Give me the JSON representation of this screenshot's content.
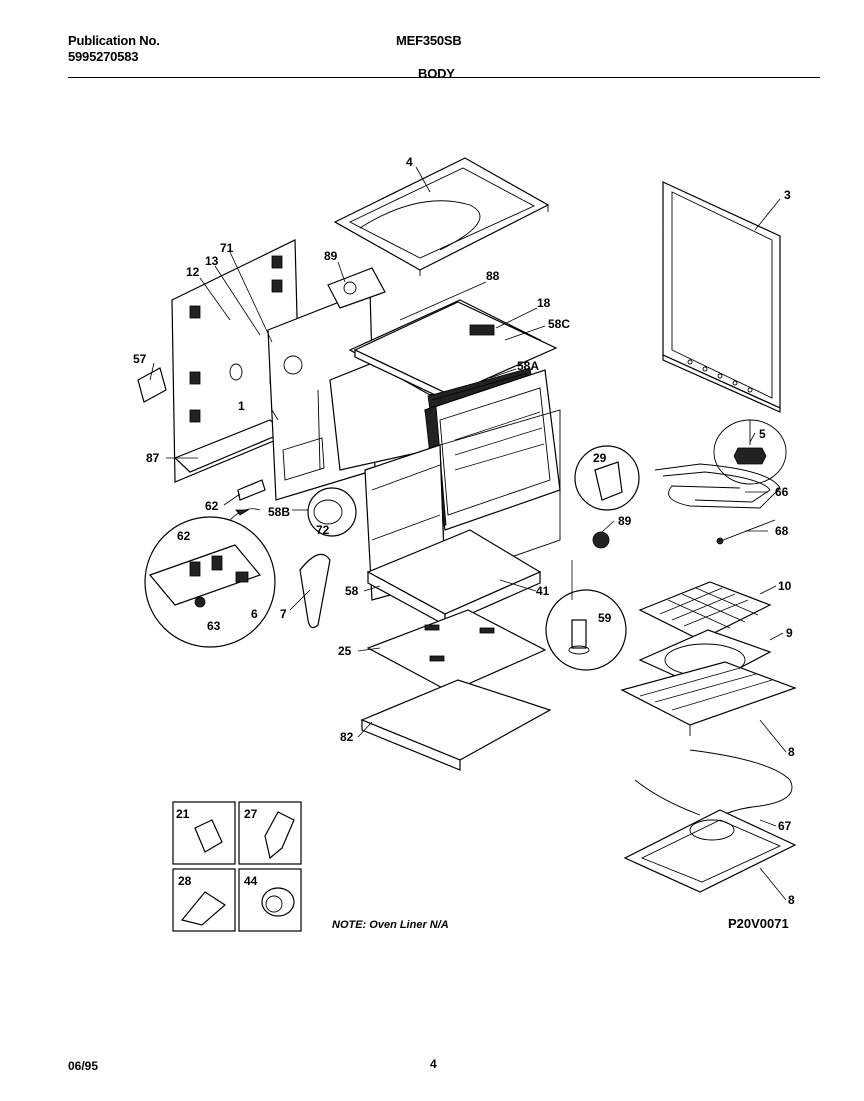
{
  "header": {
    "publication_label": "Publication No.",
    "publication_number": "5995270583",
    "model": "MEF350SB",
    "section": "BODY"
  },
  "labels": {
    "p4": "4",
    "p3": "3",
    "p71": "71",
    "p13": "13",
    "p12": "12",
    "p89a": "89",
    "p88": "88",
    "p18": "18",
    "p58c": "58C",
    "p57": "57",
    "p58a": "58A",
    "p5": "5",
    "p1": "1",
    "p87": "87",
    "p29": "29",
    "p66": "66",
    "p68": "68",
    "p62a": "62",
    "p58b": "58B",
    "p72": "72",
    "p89b": "89",
    "p62b": "62",
    "p58": "58",
    "p41": "41",
    "p7": "7",
    "p63": "63",
    "p6": "6",
    "p10": "10",
    "p59": "59",
    "p9": "9",
    "p25": "25",
    "p8a": "8",
    "p82": "82",
    "p21": "21",
    "p27": "27",
    "p28": "28",
    "p44": "44",
    "p67": "67",
    "p8b": "8"
  },
  "note": "NOTE: Oven Liner N/A",
  "drawing_code": "P20V0071",
  "footer": {
    "date": "06/95",
    "page": "4"
  }
}
